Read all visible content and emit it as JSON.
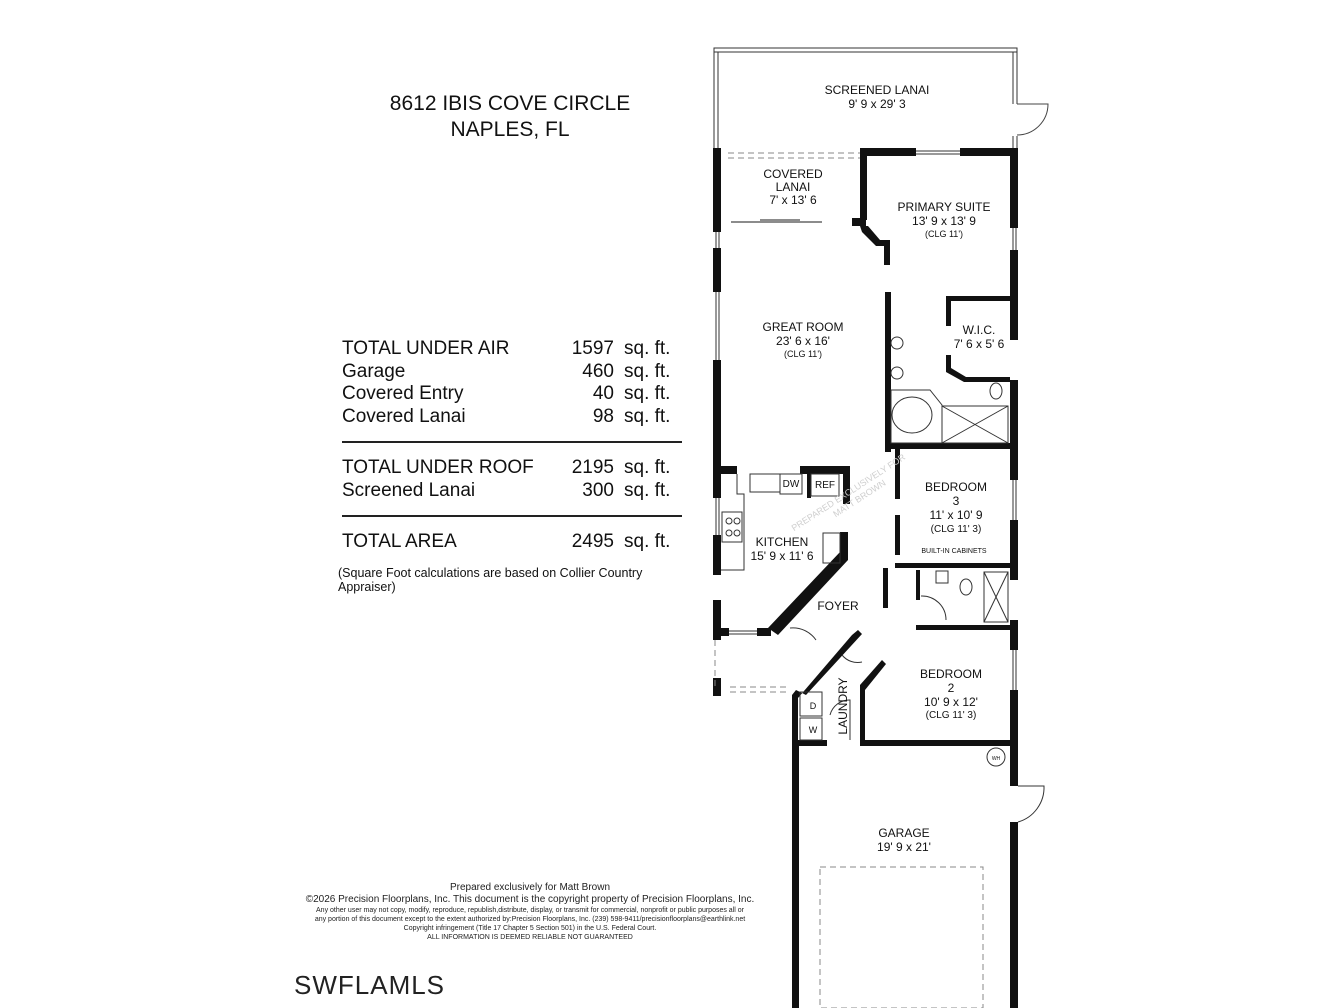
{
  "header": {
    "address_line1": "8612 IBIS COVE CIRCLE",
    "address_line2": "NAPLES, FL"
  },
  "area_summary": {
    "group1": [
      {
        "label": "TOTAL UNDER AIR",
        "value": "1597",
        "unit": "sq. ft."
      },
      {
        "label": "Garage",
        "value": "460",
        "unit": "sq. ft."
      },
      {
        "label": "Covered Entry",
        "value": "40",
        "unit": "sq. ft."
      },
      {
        "label": "Covered Lanai",
        "value": "98",
        "unit": "sq. ft."
      }
    ],
    "group2": [
      {
        "label": "TOTAL UNDER ROOF",
        "value": "2195",
        "unit": "sq. ft."
      },
      {
        "label": "Screened Lanai",
        "value": "300",
        "unit": "sq. ft."
      }
    ],
    "group3": [
      {
        "label": "TOTAL AREA",
        "value": "2495",
        "unit": "sq. ft."
      }
    ],
    "note": "(Square Foot calculations are based on Collier Country Appraiser)"
  },
  "rooms": {
    "screened_lanai": {
      "name": "SCREENED LANAI",
      "dims": "9' 9 x 29' 3"
    },
    "covered_lanai": {
      "name1": "COVERED",
      "name2": "LANAI",
      "dims": "7' x 13' 6"
    },
    "primary_suite": {
      "name": "PRIMARY SUITE",
      "dims": "13' 9 x 13' 9",
      "ceiling": "(CLG 11')"
    },
    "great_room": {
      "name": "GREAT ROOM",
      "dims": "23' 6 x 16'",
      "ceiling": "(CLG 11')"
    },
    "wic": {
      "name": "W.I.C.",
      "dims": "7' 6 x 5' 6"
    },
    "bedroom3": {
      "name1": "BEDROOM",
      "name2": "3",
      "dims": "11' x 10' 9",
      "ceiling": "(CLG 11' 3)",
      "feature": "BUILT-IN CABINETS"
    },
    "kitchen": {
      "name": "KITCHEN",
      "dims": "15' 9 x 11' 6",
      "dw": "DW",
      "ref": "REF"
    },
    "foyer": {
      "name": "FOYER"
    },
    "bedroom2": {
      "name1": "BEDROOM",
      "name2": "2",
      "dims": "10' 9 x 12'",
      "ceiling": "(CLG 11' 3)"
    },
    "laundry": {
      "name": "LAUNDRY",
      "washer": "W",
      "dryer": "D"
    },
    "garage": {
      "name": "GARAGE",
      "dims": "19' 9 x 21'",
      "water_heater": "WH"
    }
  },
  "watermark": {
    "line1": "PREPARED EXCLUSIVELY FOR",
    "line2": "MATT BROWN"
  },
  "footer": {
    "prepared_for": "Prepared exclusively for Matt Brown",
    "copyright": "©2026 Precision Floorplans, Inc.  This document is the copyright property of Precision Floorplans, Inc.",
    "legal1": "Any other user may not copy, modify, reproduce, republish,distribute, display, or transmit for commercial, nonprofit or public purposes all or",
    "legal2": "any portion of this document except to the extent authorized by:Precision Floorplans, Inc. (239) 598-9411/precisionfloorplans@earthlink.net",
    "legal3": "Copyright infringement (Title 17 Chapter 5 Section 501) in the U.S. Federal Court.",
    "legal4": "ALL INFORMATION IS DEEMED RELIABLE NOT GUARANTEED"
  },
  "logo": {
    "text": "SWFLAMLS"
  }
}
